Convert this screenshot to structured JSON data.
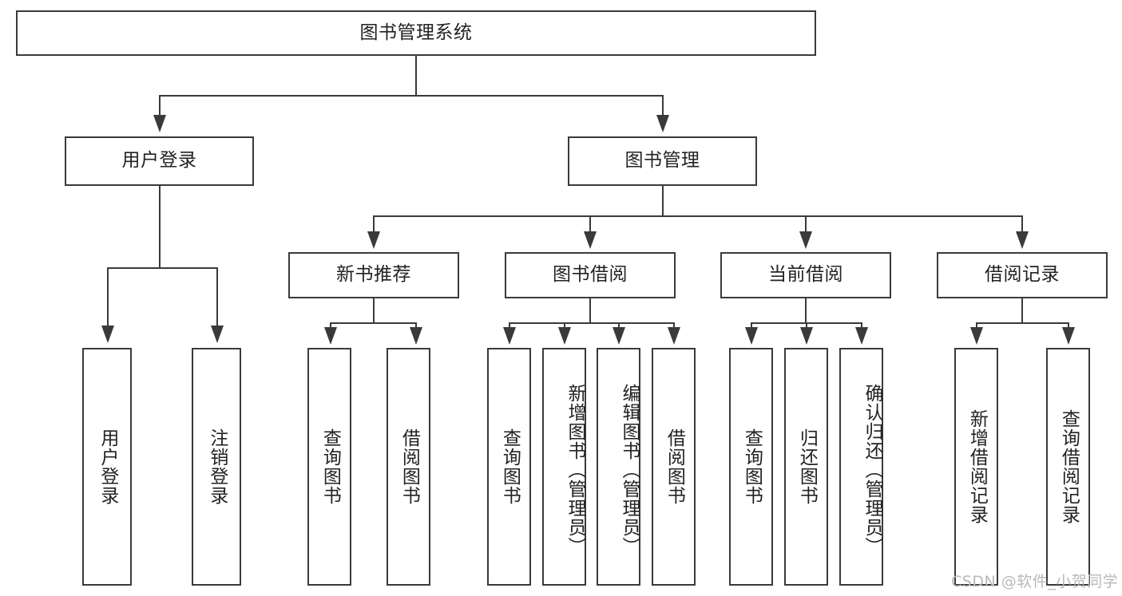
{
  "diagram": {
    "type": "hierarchy-tree",
    "root": {
      "id": "root",
      "label": "图书管理系统"
    },
    "level1": [
      {
        "id": "user-login",
        "label": "用户登录"
      },
      {
        "id": "book-management",
        "label": "图书管理"
      }
    ],
    "level2": [
      {
        "id": "new-book-recommend",
        "label": "新书推荐",
        "parent": "book-management"
      },
      {
        "id": "book-borrow",
        "label": "图书借阅",
        "parent": "book-management"
      },
      {
        "id": "current-borrow",
        "label": "当前借阅",
        "parent": "book-management"
      },
      {
        "id": "borrow-record",
        "label": "借阅记录",
        "parent": "book-management"
      }
    ],
    "leaves": [
      {
        "id": "leaf-user-login",
        "label": "用户登录",
        "parent": "user-login"
      },
      {
        "id": "leaf-user-logout",
        "label": "注销登录",
        "parent": "user-login"
      },
      {
        "id": "leaf-query-book-1",
        "label": "查询图书",
        "parent": "new-book-recommend"
      },
      {
        "id": "leaf-borrow-book-1",
        "label": "借阅图书",
        "parent": "new-book-recommend"
      },
      {
        "id": "leaf-query-book-2",
        "label": "查询图书",
        "parent": "book-borrow"
      },
      {
        "id": "leaf-add-book",
        "label": "新增图书（管理员）",
        "parent": "book-borrow"
      },
      {
        "id": "leaf-edit-book",
        "label": "编辑图书（管理员）",
        "parent": "book-borrow"
      },
      {
        "id": "leaf-borrow-book-2",
        "label": "借阅图书",
        "parent": "book-borrow"
      },
      {
        "id": "leaf-query-book-3",
        "label": "查询图书",
        "parent": "current-borrow"
      },
      {
        "id": "leaf-return-book",
        "label": "归还图书",
        "parent": "current-borrow"
      },
      {
        "id": "leaf-confirm-return",
        "label": "确认归还（管理员）",
        "parent": "current-borrow"
      },
      {
        "id": "leaf-add-record",
        "label": "新增借阅记录",
        "parent": "borrow-record"
      },
      {
        "id": "leaf-query-record",
        "label": "查询借阅记录",
        "parent": "borrow-record"
      }
    ],
    "colors": {
      "stroke": "#3a3a3a",
      "fill": "#ffffff",
      "text": "#222222",
      "watermark": "#b9b9b9"
    }
  },
  "watermark": {
    "text": "CSDN @软件_小贺同学"
  }
}
